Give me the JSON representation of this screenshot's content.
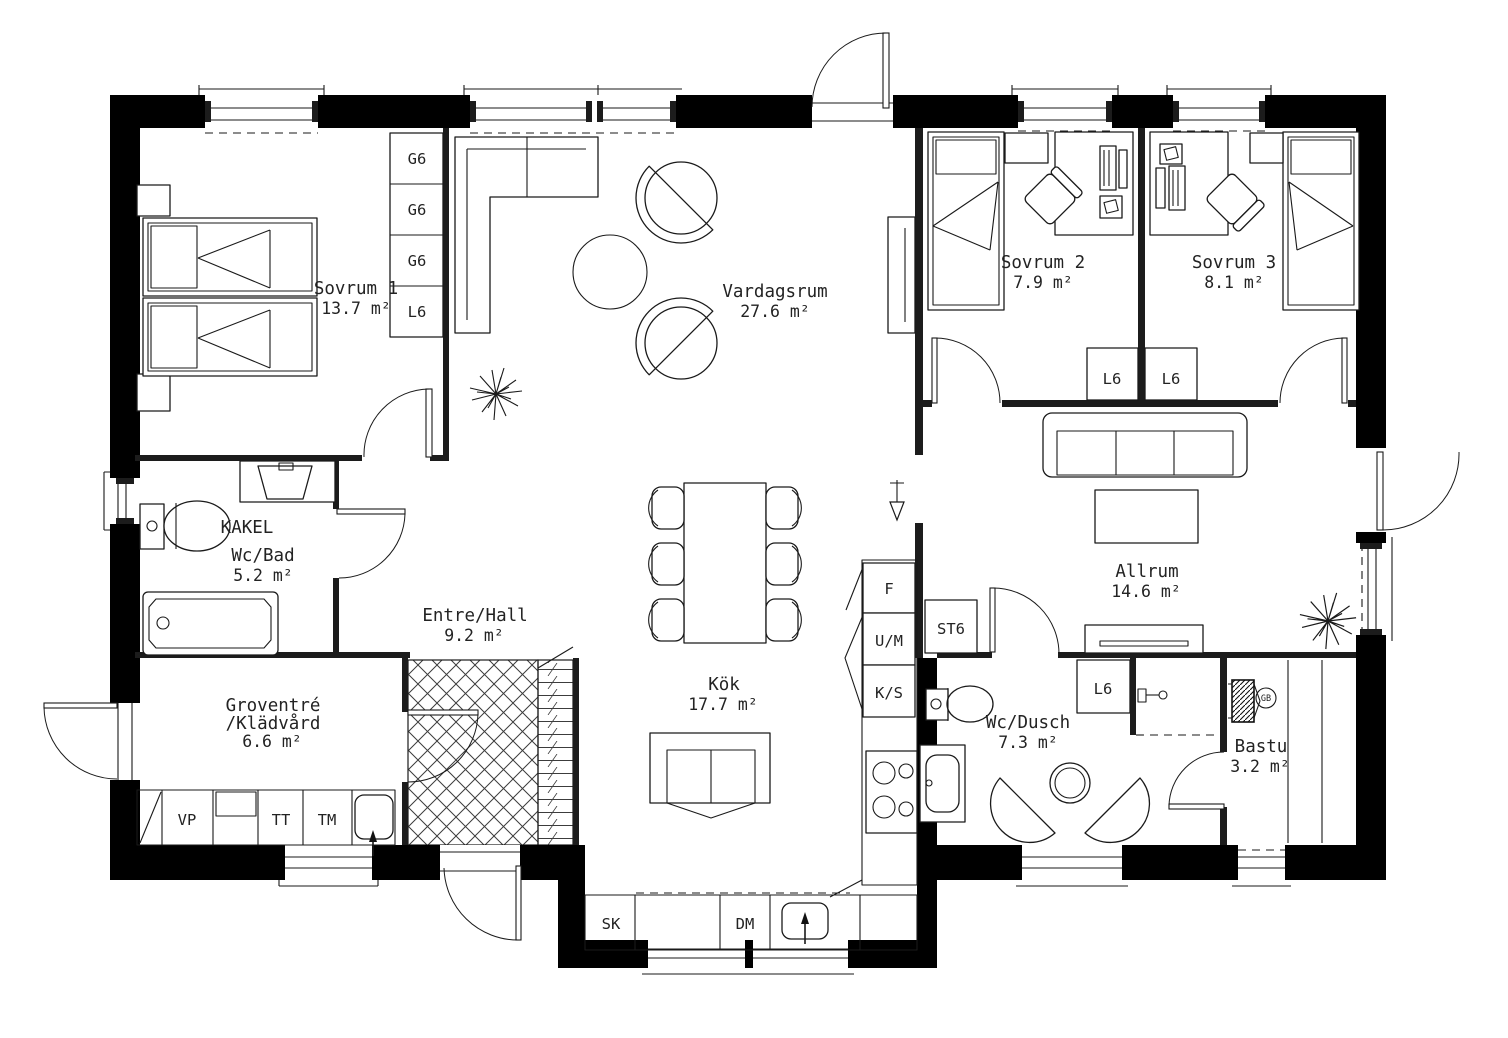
{
  "rooms": {
    "sovrum1": {
      "name": "Sovrum 1",
      "area": "13.7 m²"
    },
    "vardagsrum": {
      "name": "Vardagsrum",
      "area": "27.6 m²"
    },
    "sovrum2": {
      "name": "Sovrum 2",
      "area": "7.9 m²"
    },
    "sovrum3": {
      "name": "Sovrum 3",
      "area": "8.1 m²"
    },
    "wcbad": {
      "name": "Wc/Bad",
      "area": "5.2 m²",
      "finish": "KAKEL"
    },
    "entrehall": {
      "name": "Entre/Hall",
      "area": "9.2 m²"
    },
    "groventre": {
      "name": "Groventré",
      "name2": "/Klädvård",
      "area": "6.6 m²"
    },
    "kok": {
      "name": "Kök",
      "area": "17.7 m²"
    },
    "allrum": {
      "name": "Allrum",
      "area": "14.6 m²"
    },
    "wcdusch": {
      "name": "Wc/Dusch",
      "area": "7.3 m²"
    },
    "bastu": {
      "name": "Bastu",
      "area": "3.2 m²"
    }
  },
  "fixtures": {
    "g6": "G6",
    "l6": "L6",
    "st6": "ST6",
    "f": "F",
    "um": "U/M",
    "ks": "K/S",
    "vp": "VP",
    "tt": "TT",
    "tm": "TM",
    "sk": "SK",
    "dm": "DM",
    "gb": "GB"
  }
}
